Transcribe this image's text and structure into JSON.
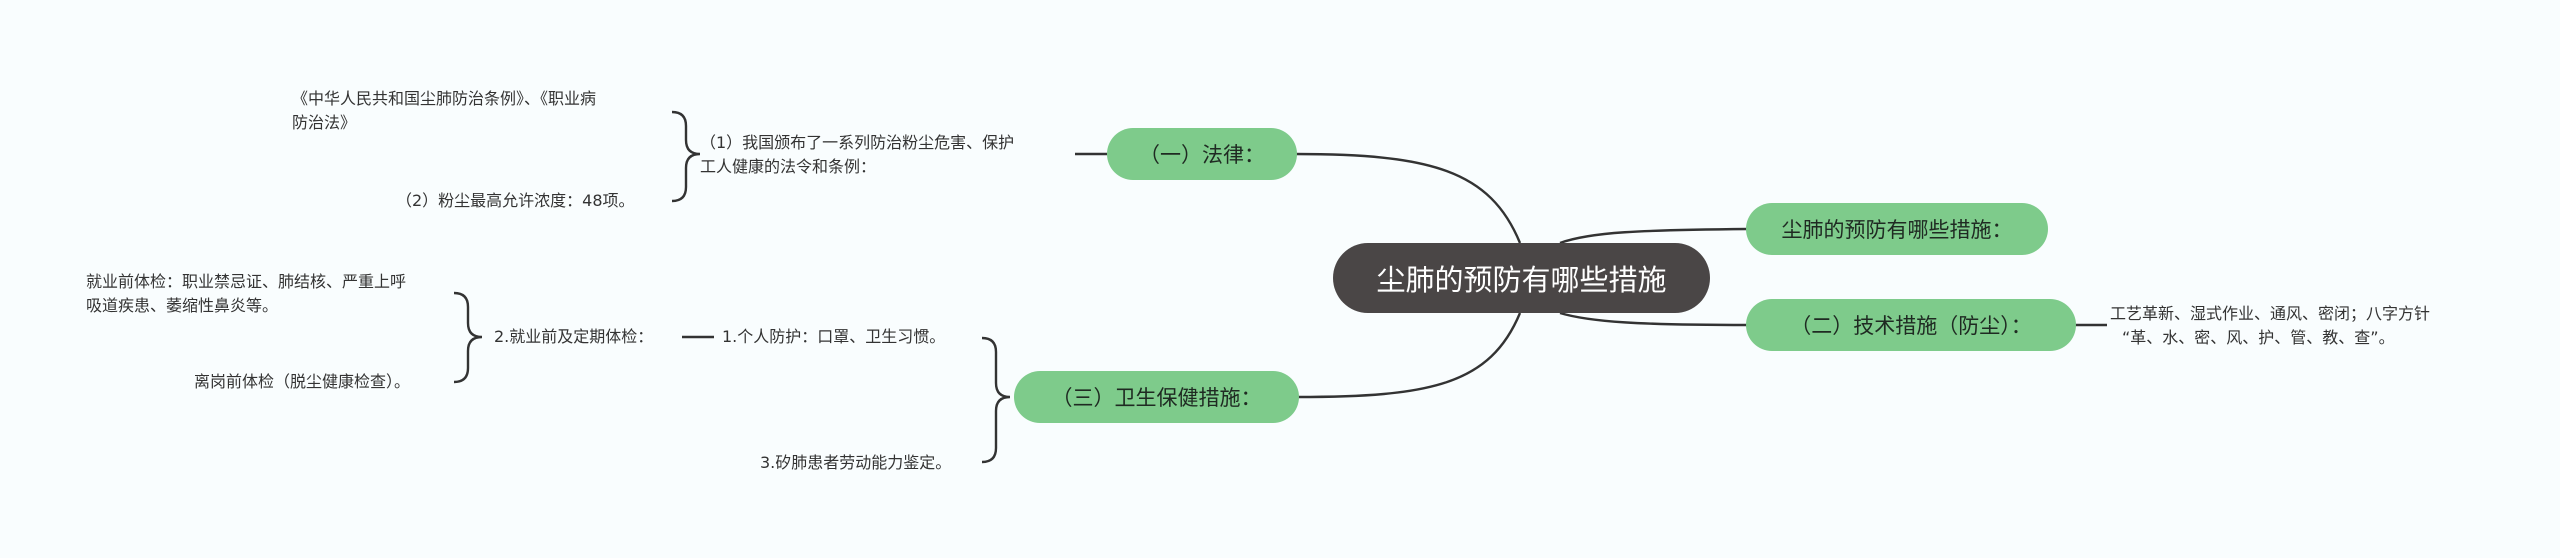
{
  "colors": {
    "background": "#f9fdfe",
    "root_fill": "#4a4646",
    "branch_fill": "#7ecb8b",
    "connector": "#333333"
  },
  "root": {
    "label": "尘肺的预防有哪些措施"
  },
  "branches": {
    "law": {
      "label": "（一）法律：",
      "child": {
        "line1": "（1）我国颁布了一系列防治粉尘危害、保护",
        "line2": "工人健康的法令和条例：",
        "children": [
          {
            "line1": "《中华人民共和国尘肺防治条例》、《职业病",
            "line2": "防治法》"
          },
          {
            "line1": "（2）粉尘最高允许浓度：48项。"
          }
        ]
      }
    },
    "question": {
      "label": "尘肺的预防有哪些措施："
    },
    "tech": {
      "label": "（二）技术措施（防尘）：",
      "child": {
        "line1": "工艺革新、湿式作业、通风、密闭；八字方针",
        "line2": "“革、水、密、风、护、管、教、查”。"
      }
    },
    "health": {
      "label": "（三）卫生保健措施：",
      "children": [
        {
          "label": "1.个人防护：口罩、卫生习惯。",
          "child": {
            "label": "2.就业前及定期体检：",
            "children": [
              {
                "line1": "就业前体检：职业禁忌证、肺结核、严重上呼",
                "line2": "吸道疾患、萎缩性鼻炎等。"
              },
              {
                "line1": "离岗前体检（脱尘健康检查）。"
              }
            ]
          }
        },
        {
          "label": "3.矽肺患者劳动能力鉴定。"
        }
      ]
    }
  }
}
